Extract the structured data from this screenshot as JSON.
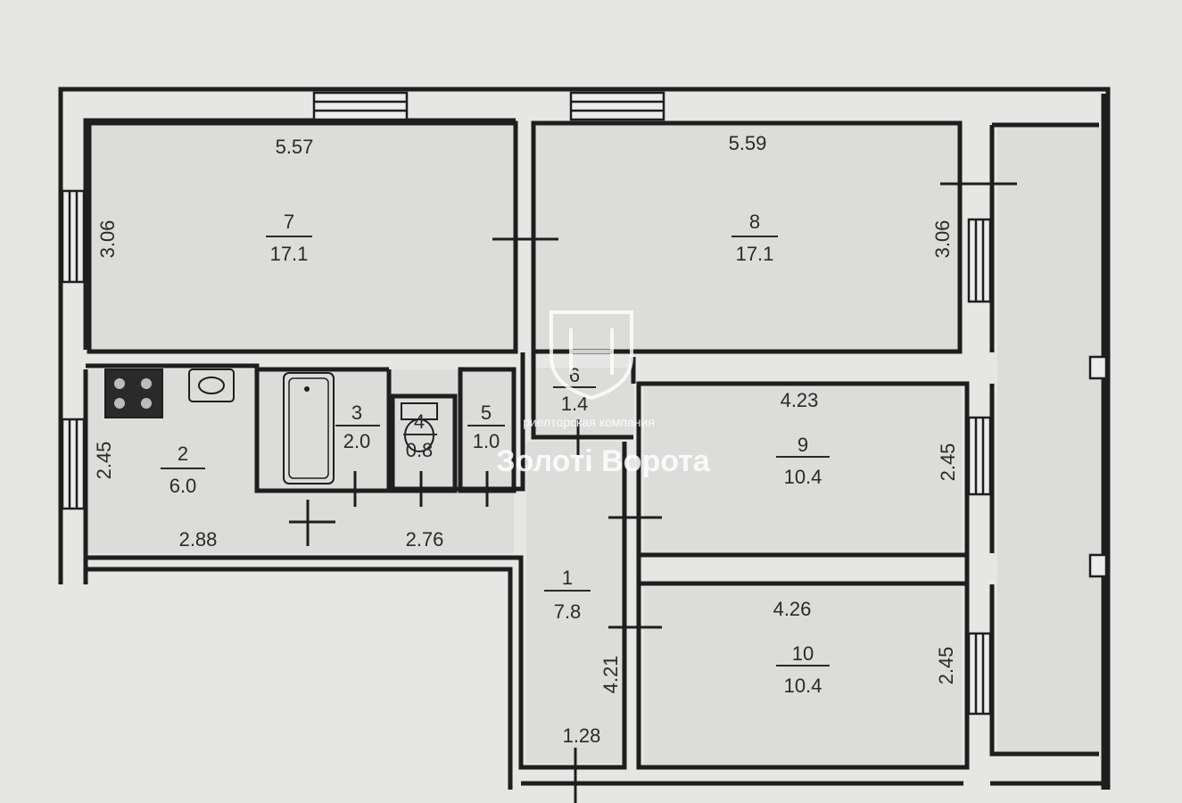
{
  "rooms": [
    {
      "id": "1",
      "number": "1",
      "area": "7.8"
    },
    {
      "id": "2",
      "number": "2",
      "area": "6.0"
    },
    {
      "id": "3",
      "number": "3",
      "area": "2.0"
    },
    {
      "id": "4",
      "number": "4",
      "area": "0.8"
    },
    {
      "id": "5",
      "number": "5",
      "area": "1.0"
    },
    {
      "id": "6",
      "number": "6",
      "area": "1.4"
    },
    {
      "id": "7",
      "number": "7",
      "area": "17.1"
    },
    {
      "id": "8",
      "number": "8",
      "area": "17.1"
    },
    {
      "id": "9",
      "number": "9",
      "area": "10.4"
    },
    {
      "id": "10",
      "number": "10",
      "area": "10.4"
    }
  ],
  "dimensions": {
    "room7_width": "5.57",
    "room7_depth": "3.06",
    "room8_width": "5.59",
    "room8_depth": "3.06",
    "room2_depth": "2.45",
    "kitchen_width": "2.88",
    "bath_block_width": "2.76",
    "room9_width": "4.23",
    "room9_depth": "2.45",
    "room10_width": "4.26",
    "room10_depth": "2.45",
    "corridor_length": "4.21",
    "corridor_width": "1.28"
  },
  "watermark": {
    "line1": "риелторская компания",
    "line2": "Золоті Ворота"
  },
  "colors": {
    "background": "#e6e6e4",
    "room_fill": "#dcdcdb",
    "wall": "#1e1e1e",
    "window_fill": "#ececec",
    "watermark": "#ffffff"
  }
}
